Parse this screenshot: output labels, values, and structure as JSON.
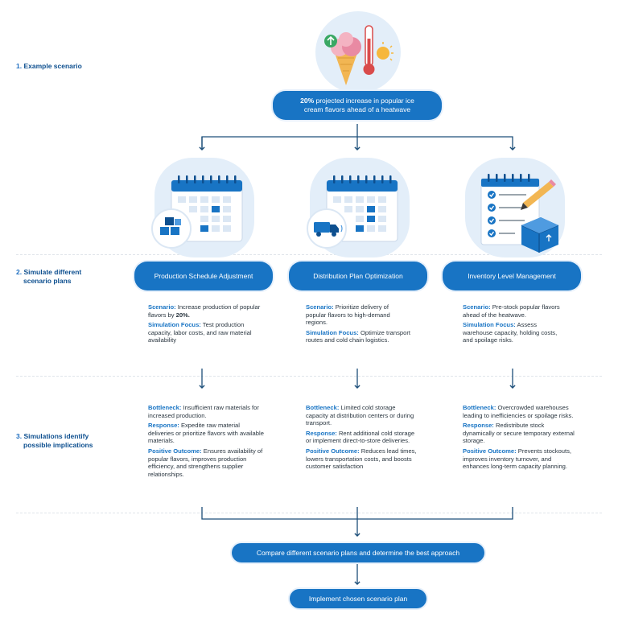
{
  "steps": [
    {
      "number": "1.",
      "label_lines": [
        "Example scenario"
      ]
    },
    {
      "number": "2.",
      "label_lines": [
        "Simulate different",
        "scenario plans"
      ]
    },
    {
      "number": "3.",
      "label_lines": [
        "Simulations identify",
        "possible implications"
      ]
    }
  ],
  "scenario": {
    "highlight": "20%",
    "line1_rest": " projected increase in popular ice",
    "line2": "cream flavors ahead of a heatwave"
  },
  "plans": [
    {
      "title": "Production Schedule Adjustment",
      "icon": "factory-boxes-icon",
      "scenario_label": "Scenario:",
      "scenario_text": " Increase production of popular flavors by ",
      "scenario_bold": "20%.",
      "focus_label": "Simulation Focus:",
      "focus_text": " Test production capacity, labor costs, and raw material availability",
      "bottleneck_label": "Bottleneck:",
      "bottleneck_text": " Insufficient raw materials for increased production.",
      "response_label": "Response:",
      "response_text": " Expedite raw material deliveries or prioritize flavors with available materials.",
      "outcome_label": "Positive Outcome:",
      "outcome_text": " Ensures availability of popular flavors, improves production efficiency, and strengthens supplier relationships."
    },
    {
      "title": "Distribution Plan Optimization",
      "icon": "delivery-truck-icon",
      "scenario_label": "Scenario:",
      "scenario_text": " Prioritize delivery of popular flavors to high-demand regions.",
      "scenario_bold": "",
      "focus_label": "Simulation Focus:",
      "focus_text": " Optimize transport routes and cold chain logistics.",
      "bottleneck_label": "Bottleneck:",
      "bottleneck_text": " Limited cold storage capacity at distribution centers or during transport.",
      "response_label": "Response:",
      "response_text": " Rent additional cold storage or implement direct-to-store deliveries.",
      "outcome_label": "Positive Outcome:",
      "outcome_text": " Reduces lead times, lowers transportation costs, and boosts customer satisfaction"
    },
    {
      "title": "Inventory Level Management",
      "icon": "checklist-warehouse-icon",
      "scenario_label": "Scenario:",
      "scenario_text": " Pre-stock popular flavors ahead of the heatwave.",
      "scenario_bold": "",
      "focus_label": "Simulation Focus:",
      "focus_text": " Assess warehouse capacity, holding costs, and spoilage risks.",
      "bottleneck_label": "Bottleneck:",
      "bottleneck_text": " Overcrowded warehouses leading to inefficiencies or spoilage risks.",
      "response_label": "Response:",
      "response_text": " Redistribute stock dynamically or secure temporary external storage.",
      "outcome_label": "Positive Outcome:",
      "outcome_text": " Prevents stockouts, improves inventory turnover, and enhances long-term capacity planning."
    }
  ],
  "compare": "Compare different scenario plans and determine the best approach",
  "implement": "Implement chosen scenario plan",
  "colors": {
    "primary": "#1874c4",
    "dark": "#0d4f8f",
    "light_blob": "#e3eef9",
    "connector": "#1d4f7a"
  },
  "icons": [
    "ice-cream-icon",
    "thermometer-icon",
    "sun-icon",
    "up-arrow-icon",
    "calendar-icon",
    "factory-boxes-icon",
    "delivery-truck-icon",
    "checklist-icon",
    "pencil-icon",
    "warehouse-box-icon"
  ]
}
